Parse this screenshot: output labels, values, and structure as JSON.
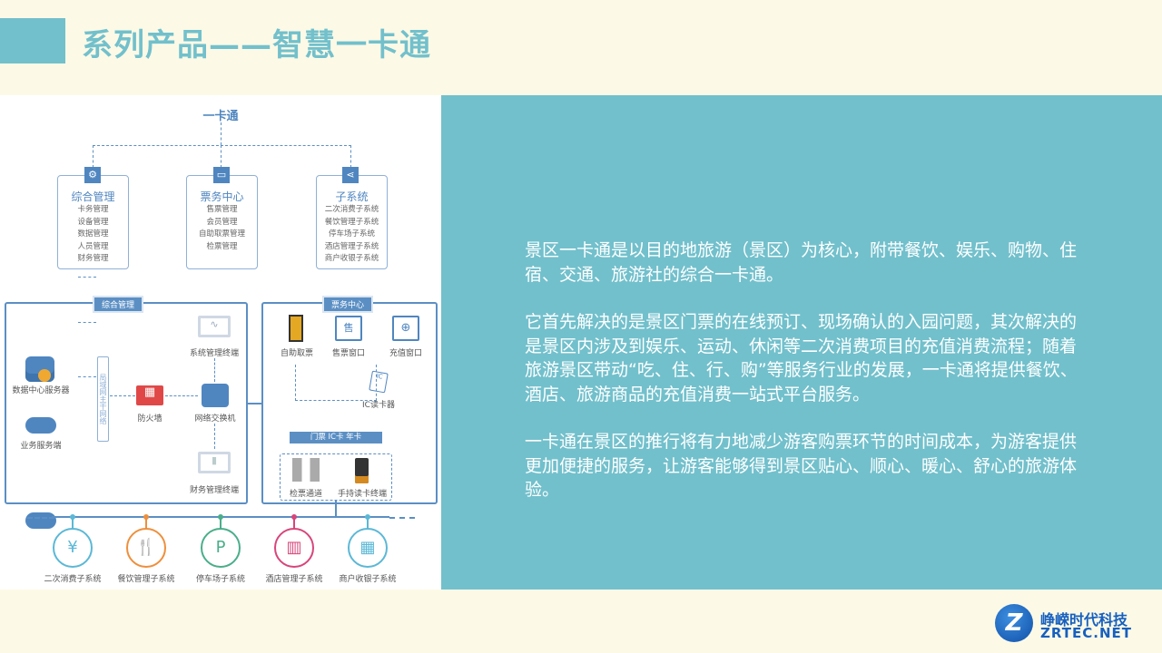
{
  "title": "系列产品——智慧一卡通",
  "diagram": {
    "root": "一卡通",
    "boxes": [
      {
        "title": "综合管理",
        "icon": "gear-icon",
        "items": [
          "卡务管理",
          "设备管理",
          "数据管理",
          "人员管理",
          "财务管理"
        ]
      },
      {
        "title": "票务中心",
        "icon": "ticket-icon",
        "items": [
          "售票管理",
          "会员管理",
          "自助取票管理",
          "检票管理"
        ]
      },
      {
        "title": "子系统",
        "icon": "share-icon",
        "items": [
          "二次消费子系统",
          "餐饮管理子系统",
          "停车场子系统",
          "酒店管理子系统",
          "商户收银子系统"
        ]
      }
    ],
    "mgmt": {
      "tag": "综合管理",
      "sys_terminal": "系统管理终端",
      "data_server": "数据中心服务器",
      "biz_server": "业务服务端",
      "lan": "局域网主干网络",
      "firewall": "防火墙",
      "switch": "网络交换机",
      "fin_terminal": "财务管理终端"
    },
    "ticket": {
      "tag": "票务中心",
      "self_ticket": "自助取票",
      "sale_window": "售票窗口",
      "recharge_window": "充值窗口",
      "ic_reader": "IC读卡器",
      "bar": "门票  IC卡  年卡",
      "gate": "检票通道",
      "handheld": "手持读卡终端",
      "sale_char": "售"
    },
    "subsystems": [
      {
        "label": "二次消费子系统",
        "glyph": "¥",
        "color": "#5bb8d6"
      },
      {
        "label": "餐饮管理子系统",
        "glyph": "🍴",
        "color": "#ee8f3c"
      },
      {
        "label": "停车场子系统",
        "glyph": "P",
        "color": "#4aae8a"
      },
      {
        "label": "酒店管理子系统",
        "glyph": "▥",
        "color": "#d8457a"
      },
      {
        "label": "商户收银子系统",
        "glyph": "▦",
        "color": "#5bb8d6"
      }
    ]
  },
  "paragraphs": [
    "景区一卡通是以目的地旅游（景区）为核心，附带餐饮、娱乐、购物、住宿、交通、旅游社的综合一卡通。",
    "它首先解决的是景区门票的在线预订、现场确认的入园问题，其次解决的是景区内涉及到娱乐、运动、休闲等二次消费项目的充值消费流程；随着旅游景区带动“吃、住、行、购”等服务行业的发展，一卡通将提供餐饮、酒店、旅游商品的充值消费一站式平台服务。",
    "一卡通在景区的推行将有力地减少游客购票环节的时间成本，为游客提供更加便捷的服务，让游客能够得到景区贴心、顺心、暖心、舒心的旅游体验。"
  ],
  "logo": {
    "cn": "峥嵘时代科技",
    "en": "ZRTEC.NET"
  },
  "colors": {
    "accent": "#72c0cc",
    "background": "#fcf9e6",
    "diagram_blue": "#5b8fc4"
  }
}
